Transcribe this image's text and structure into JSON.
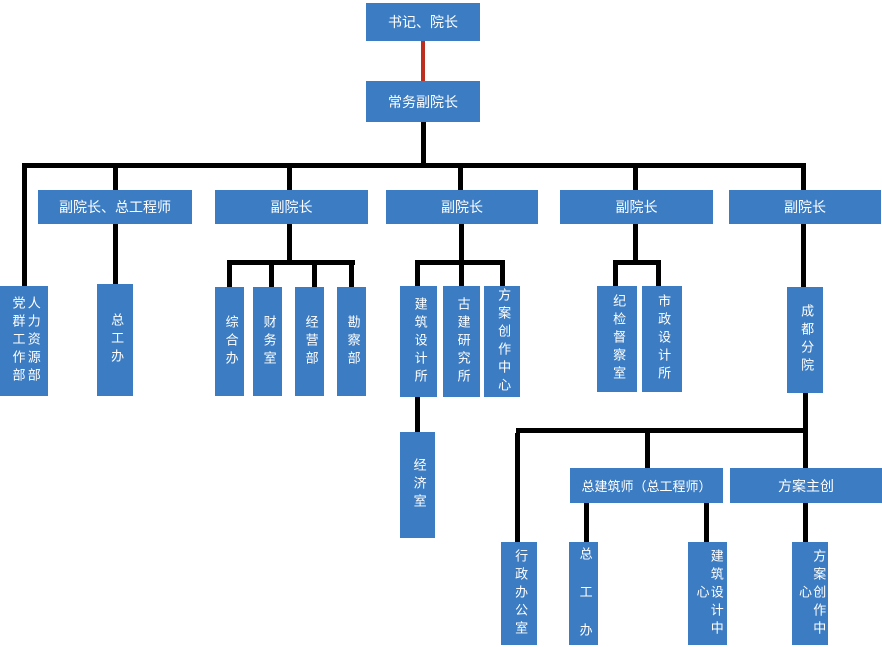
{
  "colors": {
    "box_fill": "#3c7cc2",
    "box_text": "#ffffff",
    "line_black": "#000000",
    "line_red": "#be2e20"
  },
  "org": {
    "root": {
      "label": "书记、院长"
    },
    "executive": {
      "label": "常务副院长"
    },
    "headquarters_depts": [
      {
        "label": "党群工作部"
      },
      {
        "label": "人力资源部"
      }
    ],
    "branches": [
      {
        "label": "副院长、总工程师",
        "children": [
          {
            "label": "总工办"
          }
        ]
      },
      {
        "label": "副院长",
        "children": [
          {
            "label": "综合办"
          },
          {
            "label": "财务室"
          },
          {
            "label": "经营部"
          },
          {
            "label": "勘察部"
          }
        ]
      },
      {
        "label": "副院长",
        "children": [
          {
            "label": "建筑设计所",
            "children": [
              {
                "label": "经济室"
              }
            ]
          },
          {
            "label": "古建研究所"
          },
          {
            "label": "方案创作中心"
          }
        ]
      },
      {
        "label": "副院长",
        "children": [
          {
            "label": "纪检督察室"
          },
          {
            "label": "市政设计所"
          }
        ]
      },
      {
        "label": "副院长",
        "children": [
          {
            "label": "成都分院",
            "children": [
              {
                "label": "行政办公室"
              },
              {
                "label": "总建筑师（总工程师）",
                "children": [
                  {
                    "label": "总 工 办"
                  },
                  {
                    "label": "建筑设计中心"
                  }
                ]
              },
              {
                "label": "方案主创",
                "children": [
                  {
                    "label": "方案创作中心"
                  }
                ]
              }
            ]
          }
        ]
      }
    ]
  }
}
